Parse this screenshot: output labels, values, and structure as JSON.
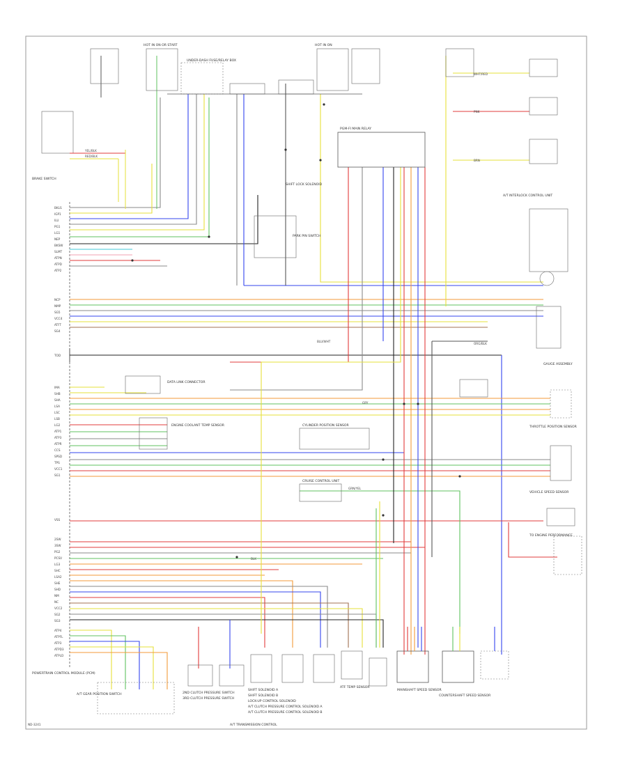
{
  "diagram": {
    "title": "A/T TRANSMISSION CONTROL",
    "corner_code": "ND-3241",
    "blocks": {
      "pcm": "POWERTRAIN CONTROL MODULE (PCM)",
      "dlc": "DATA LINK CONNECTOR",
      "fuse_box": "UNDER-DASH FUSE/RELAY BOX",
      "hot_start": "HOT IN ON OR START",
      "hot_run": "HOT IN ON",
      "ign_relay": "PGM-FI MAIN RELAY",
      "shift_lock": "SHIFT LOCK SOLENOID",
      "park_pin": "PARK PIN SWITCH",
      "brake_switch": "BRAKE SWITCH",
      "tcc_relay": "A/T INTERLOCK CONTROL UNIT",
      "gauge_assy": "GAUGE ASSEMBLY",
      "ecu_sense": "ENGINE COOLANT TEMP SENSOR",
      "tps": "THROTTLE POSITION SENSOR",
      "vss": "VEHICLE SPEED SENSOR",
      "mainshaft_sensor": "MAINSHAFT SPEED SENSOR",
      "countershaft_sensor": "COUNTERSHAFT SPEED SENSOR",
      "range_switch": "A/T GEAR POSITION SWITCH",
      "sol_a": "SHIFT SOLENOID A",
      "sol_b": "SHIFT SOLENOID B",
      "sol_c": "LOCK-UP CONTROL SOLENOID",
      "lc_valve": "A/T CLUTCH PRESSURE CONTROL SOLENOID A",
      "lc_valve_b": "A/T CLUTCH PRESSURE CONTROL SOLENOID B",
      "press_sw": "2ND CLUTCH PRESSURE SWITCH",
      "press_sw3": "3RD CLUTCH PRESSURE SWITCH",
      "atf_temp": "ATF TEMP SENSOR",
      "cruise_unit": "CRUISE CONTROL UNIT",
      "ecm_link": "TO ENGINE PERFORMANCE",
      "cy_pos": "CYLINDER POSITION SENSOR"
    },
    "wire_labels": {
      "yel_blk": "YEL/BLK",
      "blu_wht": "BLU/WHT",
      "red_blk": "RED/BLK",
      "grn_yel": "GRN/YEL",
      "org_blk": "ORG/BLK",
      "wht_red": "WHT/RED",
      "blk": "BLK",
      "brn": "BRN",
      "pnk": "PNK",
      "gry": "GRY"
    },
    "wire_colors": {
      "red": "#e23b3b",
      "blue": "#3344ee",
      "yellow": "#e6e03a",
      "green": "#5fc25f",
      "orange": "#f39a3a",
      "pink": "#f0a0b0",
      "gray": "#8a8a8a",
      "black": "#222222",
      "brown": "#a07050",
      "cyan": "#40c8d8",
      "frame": "#9a9a9a"
    }
  }
}
